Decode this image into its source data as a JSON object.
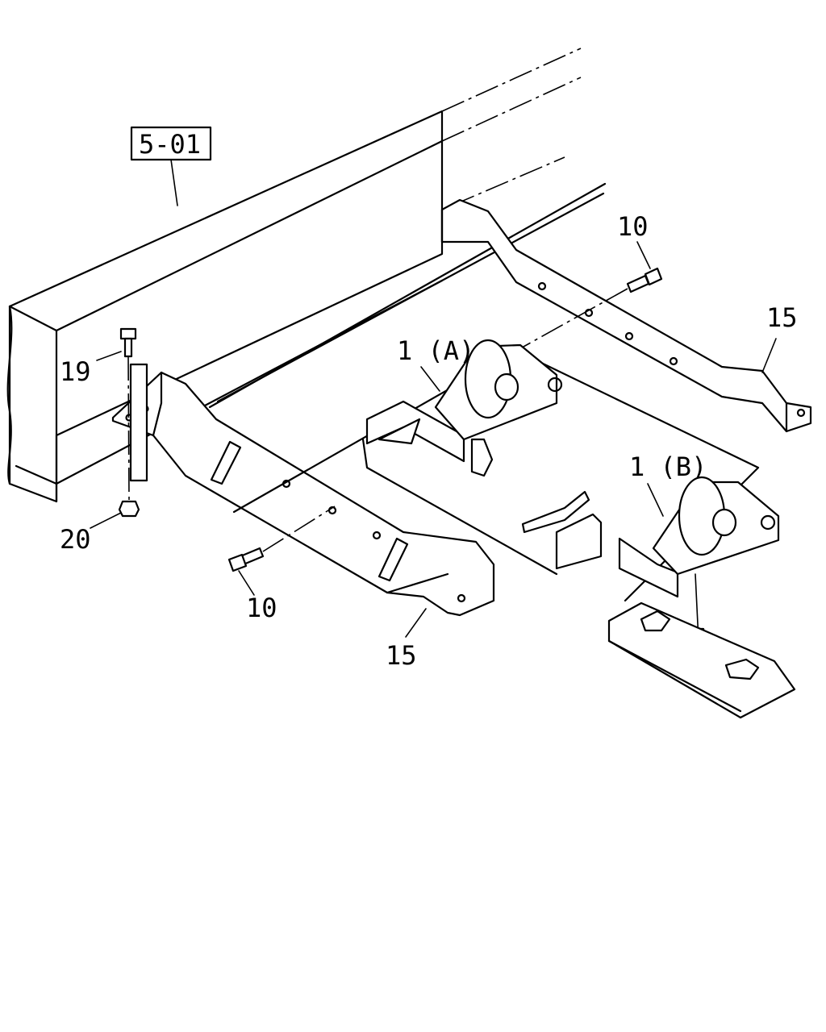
{
  "diagram": {
    "reference_box": "5-01",
    "callouts": {
      "part_10_upper": "10",
      "part_10_lower": "10",
      "part_15_right": "15",
      "part_15_lower": "15",
      "part_19": "19",
      "part_20": "20",
      "part_1a": "1 (A)",
      "part_1b": "1 (B)"
    }
  }
}
